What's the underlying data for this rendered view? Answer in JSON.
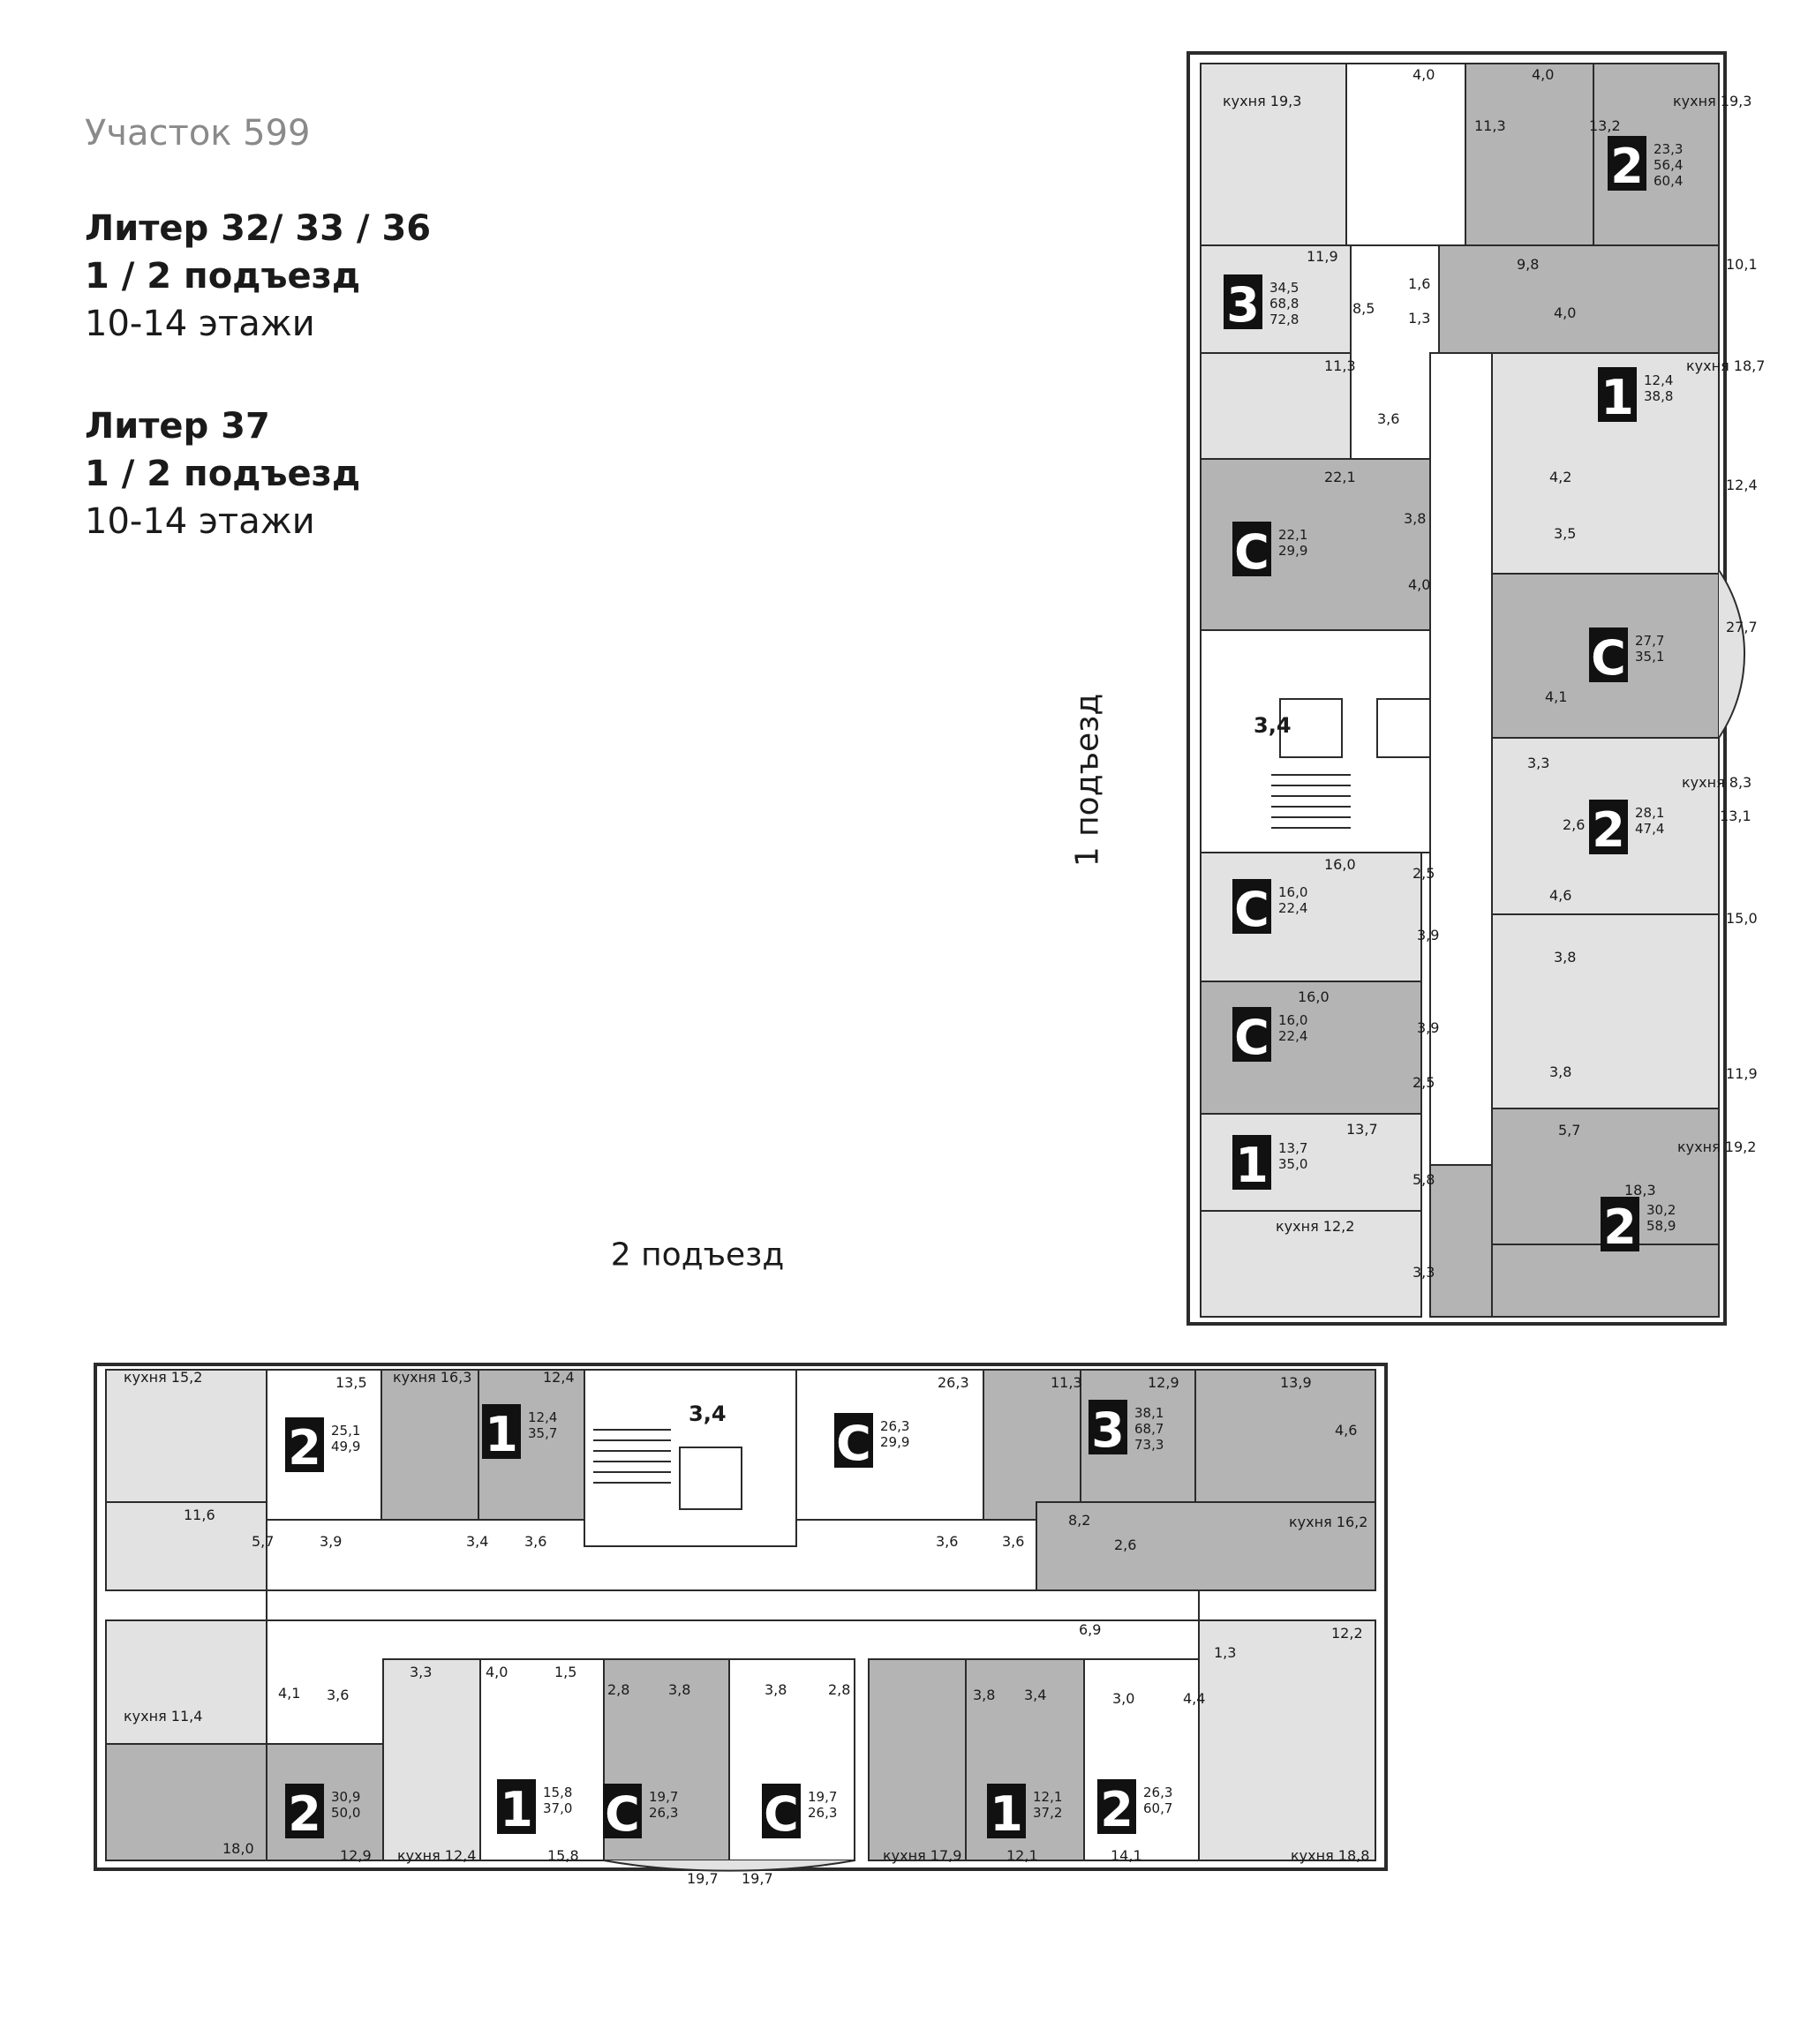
{
  "header": {
    "site": "Участок 599",
    "block1_title": "Литер 32/ 33 / 36",
    "block1_entrances": "1 / 2 подъезд",
    "block1_floors": "10-14 этажи",
    "block2_title": "Литер 37",
    "block2_entrances": "1 / 2 подъезд",
    "block2_floors": "10-14 этажи"
  },
  "entrances": {
    "first": "1 подъезд",
    "second": "2 подъезд"
  },
  "colors": {
    "walls": "#2b2b2b",
    "apartment_fill": "#e2e2e2",
    "dark_fill": "#b4b4b4",
    "badge": "#111111"
  },
  "apartments": [
    {
      "type": "2",
      "areas": [
        "23,3",
        "56,4",
        "60,4"
      ]
    },
    {
      "type": "3",
      "areas": [
        "34,5",
        "68,8",
        "72,8"
      ]
    },
    {
      "type": "1",
      "areas": [
        "12,4",
        "38,8"
      ]
    },
    {
      "type": "С",
      "areas": [
        "22,1",
        "29,9"
      ]
    },
    {
      "type": "С",
      "areas": [
        "27,7",
        "35,1"
      ]
    },
    {
      "type": "2",
      "areas": [
        "28,1",
        "47,4"
      ]
    },
    {
      "type": "С",
      "areas": [
        "16,0",
        "22,4"
      ]
    },
    {
      "type": "С",
      "areas": [
        "16,0",
        "22,4"
      ]
    },
    {
      "type": "1",
      "areas": [
        "13,7",
        "35,0"
      ]
    },
    {
      "type": "2",
      "areas": [
        "30,2",
        "58,9"
      ]
    },
    {
      "type": "2",
      "areas": [
        "25,1",
        "49,9"
      ]
    },
    {
      "type": "1",
      "areas": [
        "12,4",
        "35,7"
      ]
    },
    {
      "type": "С",
      "areas": [
        "26,3",
        "29,9"
      ]
    },
    {
      "type": "3",
      "areas": [
        "38,1",
        "68,7",
        "73,3"
      ]
    },
    {
      "type": "2",
      "areas": [
        "30,9",
        "50,0"
      ]
    },
    {
      "type": "1",
      "areas": [
        "15,8",
        "37,0"
      ]
    },
    {
      "type": "С",
      "areas": [
        "19,7",
        "26,3"
      ]
    },
    {
      "type": "С",
      "areas": [
        "19,7",
        "26,3"
      ]
    },
    {
      "type": "1",
      "areas": [
        "12,1",
        "37,2"
      ]
    },
    {
      "type": "2",
      "areas": [
        "26,3",
        "60,7"
      ]
    }
  ],
  "stair_areas": [
    "3,4",
    "3,4"
  ],
  "room_labels": [
    "кухня 19,3",
    "4,0",
    "4,0",
    "кухня 19,3",
    "11,3",
    "13,2",
    "11,9",
    "1,6",
    "8,5",
    "1,3",
    "9,8",
    "4,0",
    "10,1",
    "11,3",
    "кухня 18,7",
    "3,6",
    "22,1",
    "4,2",
    "3,8",
    "12,4",
    "3,5",
    "4,0",
    "27,7",
    "4,1",
    "3,3",
    "кухня 8,3",
    "13,1",
    "2,6",
    "16,0",
    "2,5",
    "4,6",
    "15,0",
    "3,9",
    "3,8",
    "16,0",
    "3,9",
    "11,9",
    "2,5",
    "3,8",
    "13,7",
    "5,7",
    "5,8",
    "кухня 19,2",
    "18,3",
    "кухня 12,2",
    "3,3",
    "кухня 15,2",
    "13,5",
    "кухня 16,3",
    "12,4",
    "26,3",
    "11,3",
    "12,9",
    "13,9",
    "4,6",
    "11,6",
    "5,7",
    "3,9",
    "3,4",
    "3,6",
    "3,6",
    "3,6",
    "8,2",
    "2,6",
    "кухня 16,2",
    "6,9",
    "1,3",
    "12,2",
    "4,1",
    "3,6",
    "3,3",
    "4,0",
    "1,5",
    "2,8",
    "3,8",
    "3,8",
    "2,8",
    "3,8",
    "3,4",
    "3,0",
    "4,4",
    "кухня 11,4",
    "18,0",
    "12,9",
    "кухня 12,4",
    "15,8",
    "19,7",
    "19,7",
    "кухня 17,9",
    "12,1",
    "14,1",
    "кухня 18,8"
  ]
}
